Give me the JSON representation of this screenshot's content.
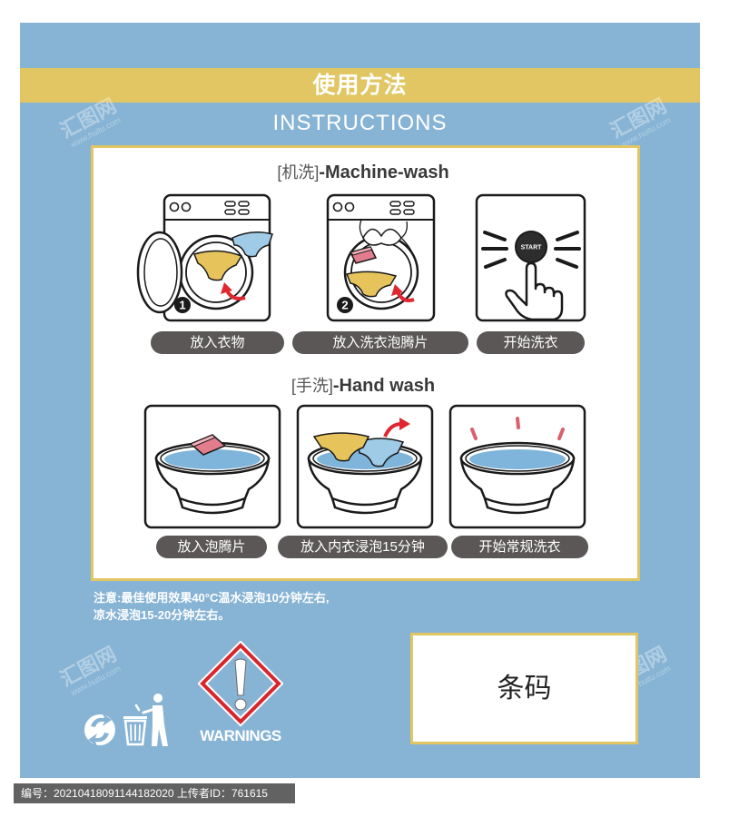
{
  "title": {
    "cn": "使用方法",
    "en": "INSTRUCTIONS"
  },
  "machine_wash": {
    "heading_cn": "[机洗]",
    "heading_en": "-Machine-wash",
    "steps": [
      {
        "number": "1",
        "label": "放入衣物"
      },
      {
        "number": "2",
        "label": "放入洗衣泡腾片"
      },
      {
        "button_text": "START",
        "label": "开始洗衣"
      }
    ]
  },
  "hand_wash": {
    "heading_cn": "[手洗]",
    "heading_en": "-Hand wash",
    "steps": [
      {
        "label": "放入泡腾片"
      },
      {
        "label": "放入内衣浸泡15分钟"
      },
      {
        "label": "开始常规洗衣"
      }
    ]
  },
  "note": {
    "line1": "注意:最佳使用效果40°C温水浸泡10分钟左右,",
    "line2": "凉水浸泡15-20分钟左右。"
  },
  "warning": {
    "label": "WARNINGS",
    "icon": "warning-diamond-icon"
  },
  "disposal_icons": [
    "recycle-icon",
    "trash-disposal-icon"
  ],
  "barcode": {
    "label": "条码"
  },
  "footer": {
    "text": "编号：20210418091144182020 上传者ID：761615"
  },
  "watermark": {
    "name": "汇图网",
    "url": "www.huitu.com"
  },
  "colors": {
    "panel": "#87b4d5",
    "band": "#e1c663",
    "pill": "#5b5757",
    "warning_red": "#d8262d",
    "tablet_pink": "#e27d8e",
    "garment_yellow": "#e6c35b",
    "garment_blue": "#9fcbe7",
    "water": "#7fb5da"
  }
}
